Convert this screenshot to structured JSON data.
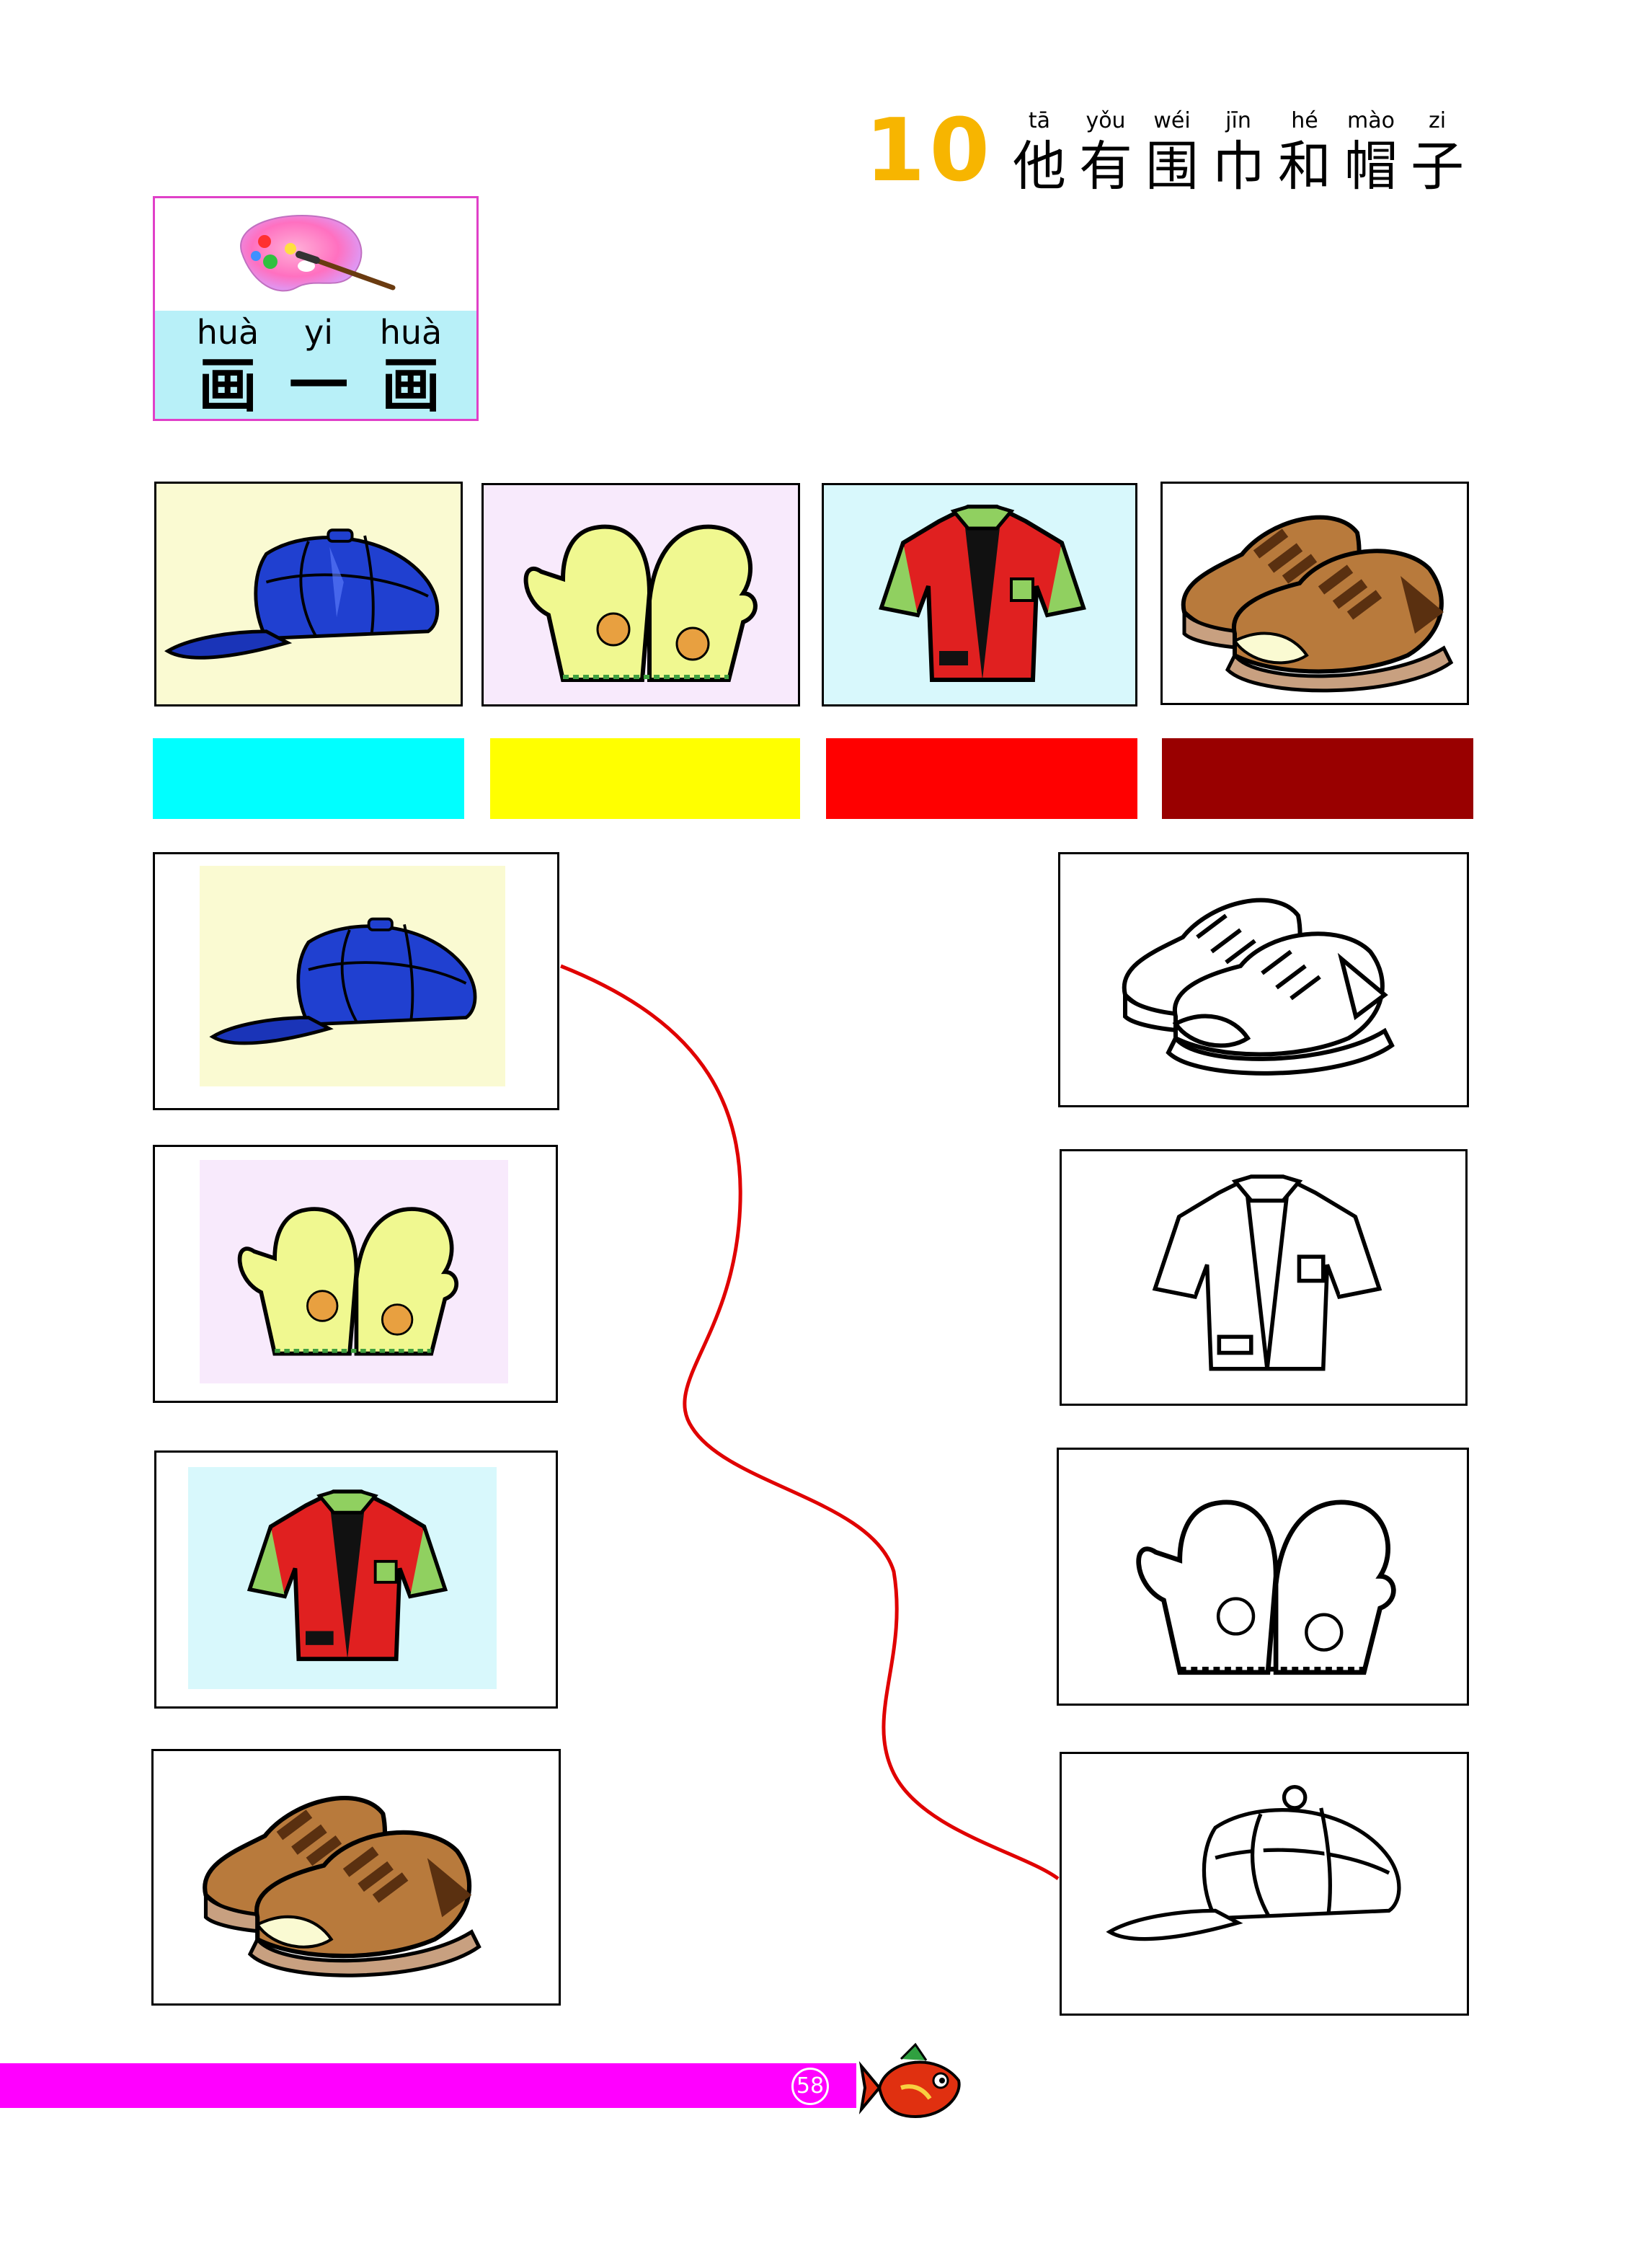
{
  "lesson": {
    "number": "10",
    "title": [
      {
        "pinyin": "tā",
        "hanzi": "他"
      },
      {
        "pinyin": "yǒu",
        "hanzi": "有"
      },
      {
        "pinyin": "wéi",
        "hanzi": "围"
      },
      {
        "pinyin": "jīn",
        "hanzi": "巾"
      },
      {
        "pinyin": "hé",
        "hanzi": "和"
      },
      {
        "pinyin": "mào",
        "hanzi": "帽"
      },
      {
        "pinyin": "zi",
        "hanzi": "子"
      }
    ]
  },
  "activity": {
    "label": [
      {
        "pinyin": "huà",
        "hanzi": "画"
      },
      {
        "pinyin": "yi",
        "hanzi": "一"
      },
      {
        "pinyin": "huà",
        "hanzi": "画"
      }
    ]
  },
  "swatches": [
    "#00ffff",
    "#ffff00",
    "#ff0000",
    "#990000"
  ],
  "colors": {
    "match_line": "#e00000",
    "footer": "#ff00ff",
    "lesson_number": "#f7b500"
  },
  "footer": {
    "page_number": "58"
  },
  "icons": [
    "palette-icon",
    "cap-icon",
    "mittens-icon",
    "jacket-icon",
    "shoes-icon",
    "fish-mascot-icon"
  ]
}
